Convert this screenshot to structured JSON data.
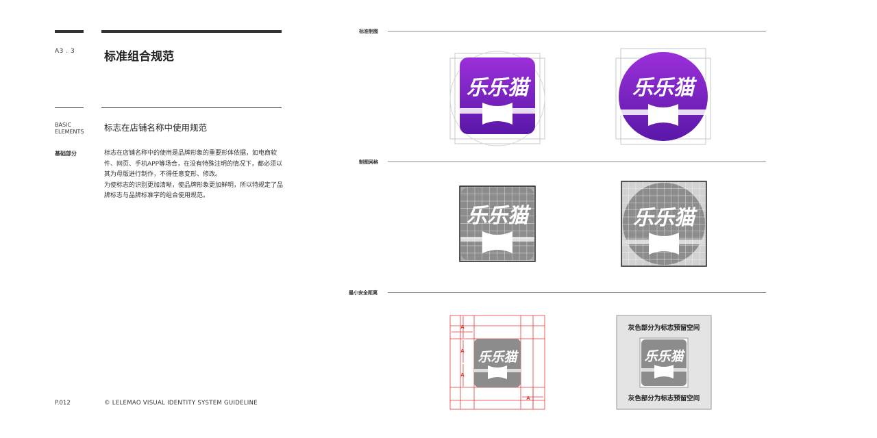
{
  "header": {
    "section_code": "A3 . 3",
    "title": "标准组合规范"
  },
  "left_panel": {
    "basic_elements_en": "BASIC ELEMENTS",
    "basic_elements_cn": "基础部分",
    "subtitle": "标志在店铺名称中使用规范",
    "paragraphs": [
      "标志在店铺名称中的使用是品牌形象的重要形体依据，如电商软件、网页、手机APP等场合，在没有特殊注明的情况下，都必须以其为母版进行制作，不得任意变形、修改。",
      "为使标志的识别更加清晰，使品牌形象更加鲜明，所以特规定了品牌标志与品牌标准字的组合使用规范。"
    ]
  },
  "footer": {
    "page_number": "P.012",
    "guideline": "© LELEMAO VISUAL IDENTITY SYSTEM GUIDELINE"
  },
  "sections": {
    "standard_drawing": "标准制图",
    "drawing_grid": "制图网格",
    "min_safe_distance": "最小安全距离"
  },
  "logo": {
    "wordmark": "乐乐猫",
    "brand_color_top": "#9b30d9",
    "brand_color_bottom": "#5a17a8",
    "gray_color": "#8c8c8c"
  },
  "safe_distance": {
    "unit_label": "A",
    "reserved_space_note": "灰色部分为标志预留空间"
  },
  "colors": {
    "guide_red": "#e53935",
    "guide_gray": "#c8c8c8",
    "reserved_gray": "#e4e4e4"
  }
}
